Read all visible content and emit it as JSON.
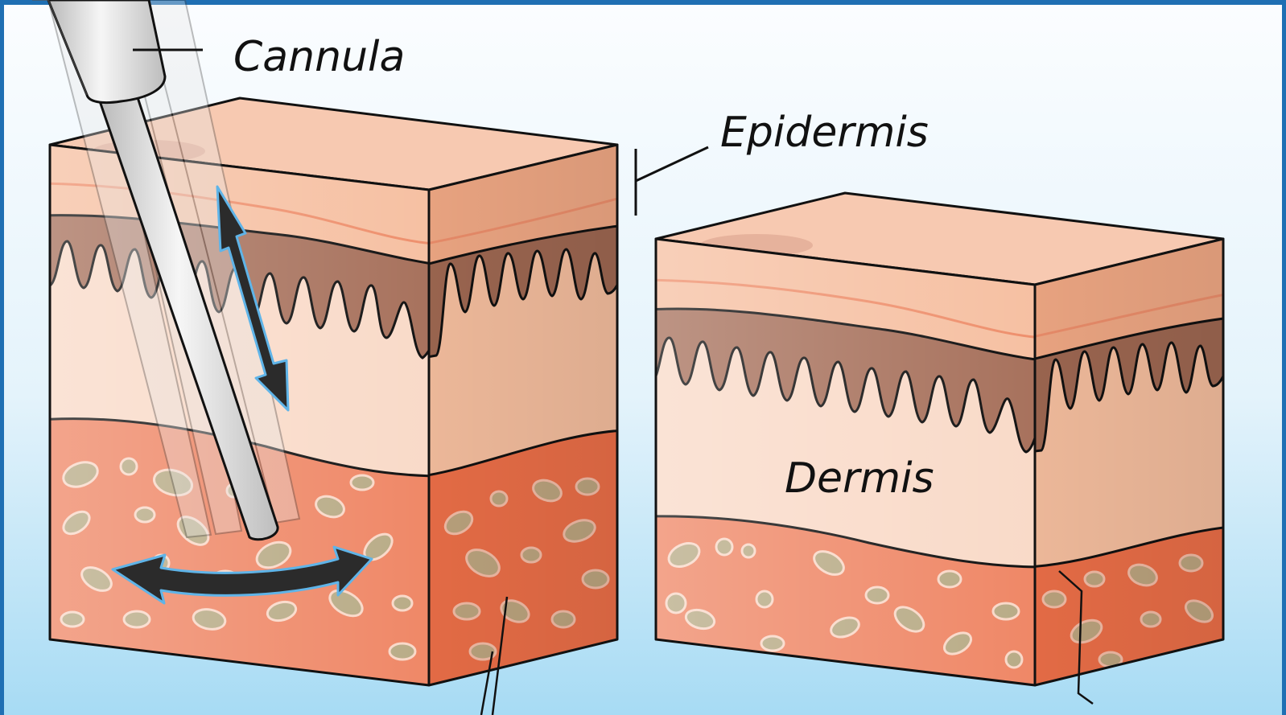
{
  "labels": {
    "cannula": "Cannula",
    "epidermis": "Epidermis",
    "dermis": "Dermis"
  },
  "colors": {
    "frame_blue": "#1f6fb3",
    "background_top": "#f7fbfe",
    "background_bottom": "#a9dcf5",
    "epidermis": "#f6c2a6",
    "dermis": "#f8d6c3",
    "papillary_layer": "#a9735e",
    "fat_layer": "#ef8663",
    "fat_cells": "#b9a883",
    "motion_arrow_fill": "#2b2b2b",
    "motion_arrow_outline": "#5fb4e8",
    "cannula": "#d9d9d9",
    "outline": "#111111"
  },
  "icons": {
    "motion_arrows": "double-headed-arrow",
    "instrument": "cannula"
  }
}
